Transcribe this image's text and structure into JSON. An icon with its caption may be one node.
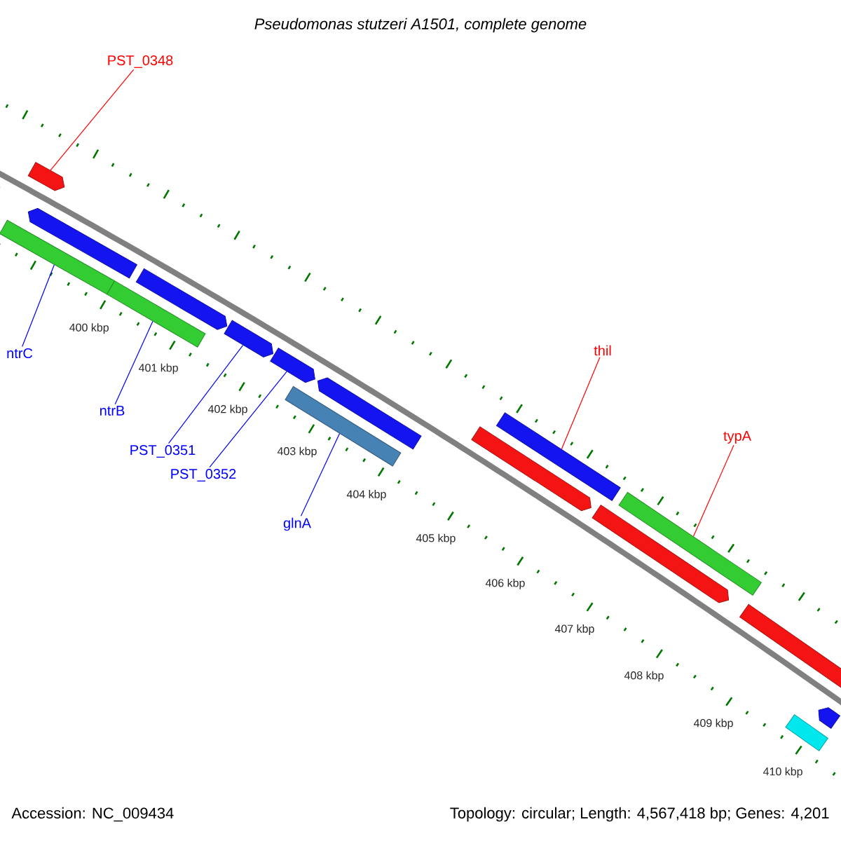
{
  "diagram": {
    "title": "Pseudomonas stutzeri A1501, complete genome",
    "nodes": [
      {
        "text": [
          "PST_0348"
        ]
      },
      {
        "text": [
          "ntrC"
        ]
      },
      {
        "text": [
          "ntrB"
        ]
      },
      {
        "text": [
          "PST_0351"
        ]
      },
      {
        "text": [
          "PST_0352"
        ]
      },
      {
        "text": [
          "glnA"
        ]
      },
      {
        "text": [
          "thil"
        ]
      },
      {
        "text": [
          "typA"
        ]
      },
      {
        "text": [],
        "shape": "bar"
      },
      {
        "text": [],
        "shape": "pentagon"
      },
      {
        "text": [],
        "shape": "bar"
      },
      {
        "text": [],
        "shape": "pentagon"
      },
      {
        "text": [],
        "shape": "bar"
      },
      {
        "text": [],
        "shape": "pentagon"
      },
      {
        "text": [],
        "shape": "pentagon"
      },
      {
        "text": [],
        "shape": "pentagon"
      },
      {
        "text": [],
        "shape": "bar"
      },
      {
        "text": [],
        "shape": "pentagon"
      },
      {
        "text": [],
        "shape": "pentagon"
      },
      {
        "text": [],
        "shape": "bar"
      },
      {
        "text": [],
        "shape": "pentagon"
      },
      {
        "text": [],
        "shape": "bar"
      },
      {
        "text": [],
        "shape": "bar"
      },
      {
        "text": [],
        "shape": "bar"
      },
      {
        "text": [],
        "shape": "pentagon"
      }
    ],
    "edges": [
      {
        "from": 0,
        "to": 9,
        "arrow": "none",
        "color": "#ff0000"
      },
      {
        "from": 1,
        "to": 10,
        "arrow": "none"
      },
      {
        "from": 2,
        "to": 12,
        "arrow": "none"
      },
      {
        "from": 3,
        "to": 14,
        "arrow": "none"
      },
      {
        "from": 4,
        "to": 15,
        "arrow": "none"
      },
      {
        "from": 5,
        "to": 16,
        "arrow": "none"
      },
      {
        "from": 6,
        "to": 19,
        "arrow": "none",
        "color": "#ff0000"
      },
      {
        "from": 7,
        "to": 21,
        "arrow": "none",
        "color": "#ff0000"
      }
    ],
    "labels": [
      "400 kbp",
      "401 kbp",
      "402 kbp",
      "403 kbp",
      "404 kbp",
      "405 kbp",
      "406 kbp",
      "407 kbp",
      "408 kbp",
      "409 kbp",
      "410 kbp",
      "Accession: NC_009434",
      "Topology: circular; Length: 4,567,418 bp; Genes: 4,201"
    ]
  }
}
